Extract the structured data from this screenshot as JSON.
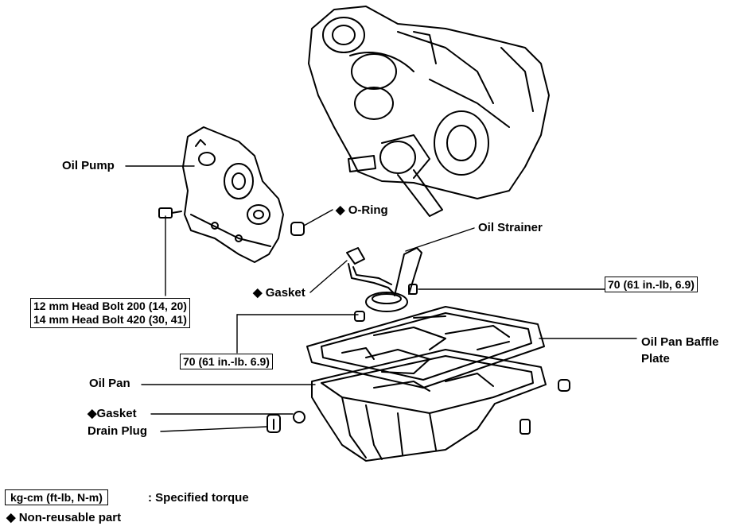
{
  "labels": {
    "oil_pump": "Oil Pump",
    "o_ring": "◆ O-Ring",
    "oil_strainer": "Oil Strainer",
    "gasket_strainer": "◆ Gasket",
    "torque_strainer": "70 (61 in.-lb, 6.9)",
    "head_bolt_12": "12 mm Head Bolt 200 (14, 20)",
    "head_bolt_14": "14 mm Head Bolt 420 (30, 41)",
    "torque_pan": "70 (61 in.-lb. 6.9)",
    "baffle_plate_line1": "Oil Pan Baffle",
    "baffle_plate_line2": "Plate",
    "oil_pan": "Oil Pan",
    "gasket_drain": "◆Gasket",
    "drain_plug": "Drain Plug"
  },
  "legend": {
    "torque_box": "kg-cm (ft-lb, N-m)",
    "torque_text": ": Specified torque",
    "nonreusable_text": "◆ Non-reusable part"
  }
}
